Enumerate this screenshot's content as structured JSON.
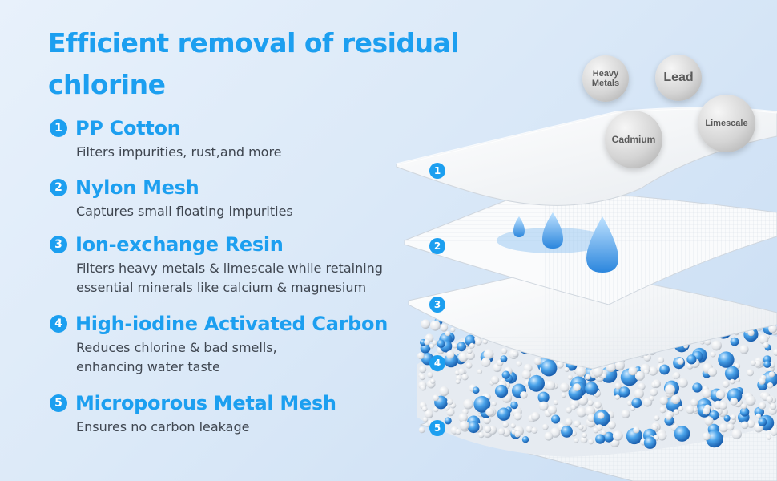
{
  "headline": "Efficient removal of residual chlorine",
  "features": [
    {
      "num": "1",
      "title": "PP Cotton",
      "lines": [
        "Filters impurities, rust,and more"
      ]
    },
    {
      "num": "2",
      "title": "Nylon Mesh",
      "lines": [
        "Captures small floating impurities"
      ]
    },
    {
      "num": "3",
      "title": "Ion-exchange Resin",
      "lines": [
        "Filters heavy metals & limescale while retaining",
        "essential minerals like calcium & magnesium"
      ]
    },
    {
      "num": "4",
      "title": "High-iodine Activated Carbon",
      "lines": [
        "Reduces chlorine & bad smells,",
        "enhancing water taste"
      ]
    },
    {
      "num": "5",
      "title": "Microporous Metal Mesh",
      "lines": [
        "Ensures no carbon leakage"
      ]
    }
  ],
  "contaminants": {
    "heavy_metals_line1": "Heavy",
    "heavy_metals_line2": "Metals",
    "lead": "Lead",
    "cadmium": "Cadmium",
    "limescale": "Limescale"
  },
  "layer_numbers": [
    "1",
    "2",
    "3",
    "4",
    "5"
  ],
  "colors": {
    "accent": "#1c9ff0",
    "text": "#3f4650",
    "background": "#dbe9f8"
  }
}
